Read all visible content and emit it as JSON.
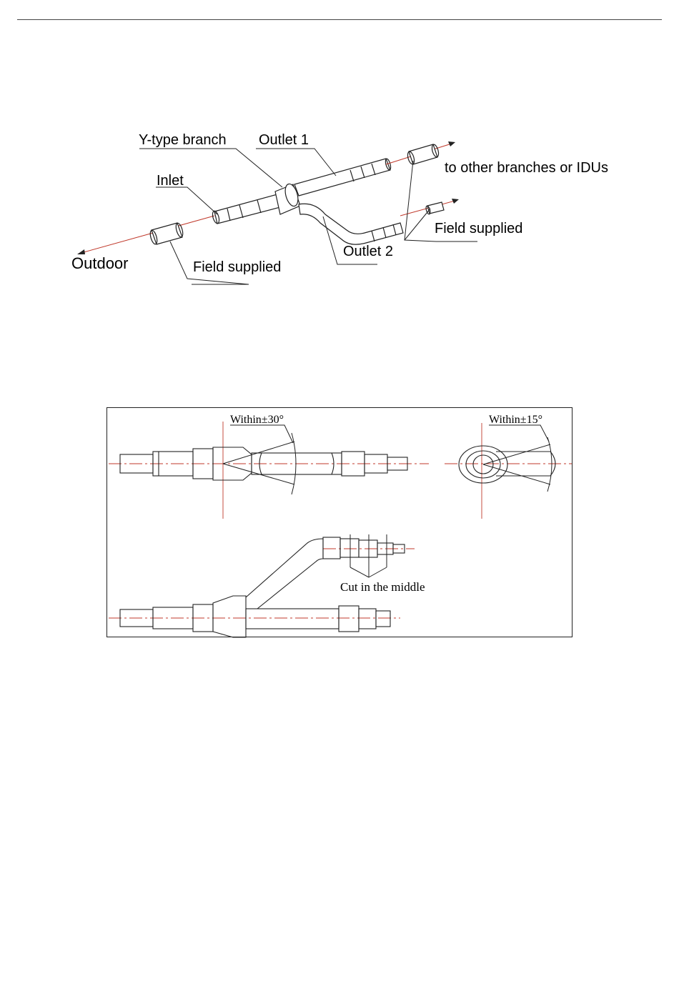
{
  "figure1": {
    "labels": {
      "y_type_branch": "Y-type branch",
      "outlet1": "Outlet 1",
      "inlet": "Inlet",
      "to_other": "to other branches or IDUs",
      "field_supplied_right": "Field supplied",
      "outlet2": "Outlet 2",
      "outdoor": "Outdoor",
      "field_supplied_left": "Field supplied"
    }
  },
  "figure2": {
    "labels": {
      "within30": "Within±30°",
      "within15": "Within±15°",
      "cut_middle": "Cut in the middle"
    }
  },
  "colors": {
    "line": "#222222",
    "centerline": "#c0392b"
  }
}
